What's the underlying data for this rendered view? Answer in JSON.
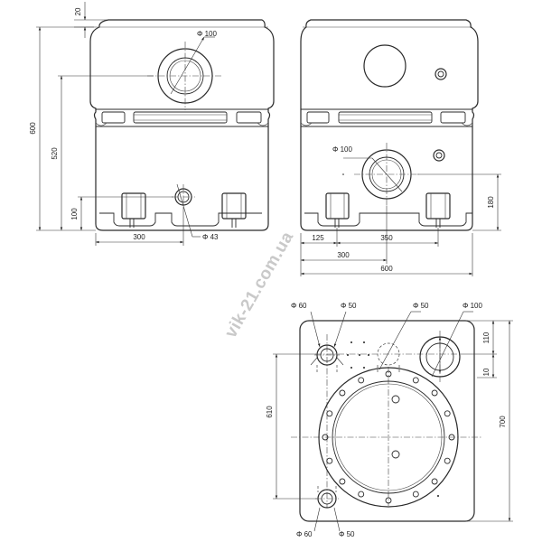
{
  "watermark": "vik-21.com.ua",
  "front_view": {
    "dim_top_gap": "20",
    "dim_total_height": "600",
    "dim_inlet_height": "520",
    "dim_outlet_height": "100",
    "dim_half_width": "300",
    "dia_inlet": "Φ 100",
    "dia_outlet": "Φ 43"
  },
  "side_view": {
    "dia_outlet": "Φ 100",
    "dim_outlet_height": "180",
    "dim_foot_offset": "125",
    "dim_foot_spacing": "350",
    "dim_half_width": "300",
    "dim_total_width": "600"
  },
  "top_view": {
    "dia_left_top_outer": "Φ 60",
    "dia_left_top_inner": "Φ 50",
    "dia_center_top": "Φ 50",
    "dia_right_top": "Φ 100",
    "dim_right_offset_a": "110",
    "dim_right_offset_b": "10",
    "dim_depth_inner": "610",
    "dim_depth_total": "700",
    "dia_left_bottom_outer": "Φ 60",
    "dia_left_bottom_inner": "Φ 50"
  }
}
